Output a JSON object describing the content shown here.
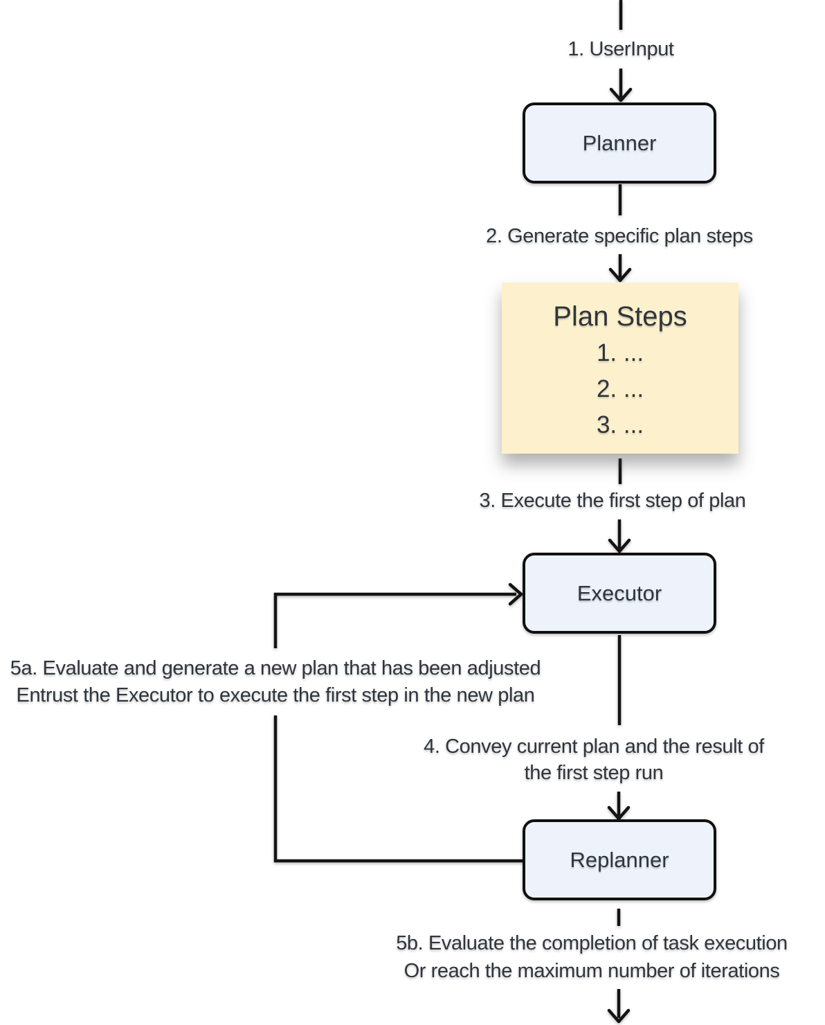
{
  "diagram": {
    "nodes": {
      "planner": "Planner",
      "executor": "Executor",
      "replanner": "Replanner"
    },
    "plan_box": {
      "title": "Plan Steps",
      "items": [
        "1. ...",
        "2. ...",
        "3. ..."
      ]
    },
    "labels": {
      "step1": "1. UserInput",
      "step2": "2. Generate specific plan steps",
      "step3": "3. Execute the first step of plan",
      "step4": [
        "4. Convey current plan and the result of",
        "the first step run"
      ],
      "step5a": [
        "5a. Evaluate and generate a new plan that has been adjusted",
        "Entrust the Executor to execute the first step in the new plan"
      ],
      "step5b": [
        "5b. Evaluate the completion of task execution",
        "Or reach the maximum number of iterations"
      ]
    },
    "colors": {
      "background": "#ffffff",
      "node_fill": "#edf2fb",
      "node_border": "#111111",
      "plan_fill": "#fdf1cd",
      "text": "#2f353d",
      "line": "#141414"
    }
  }
}
